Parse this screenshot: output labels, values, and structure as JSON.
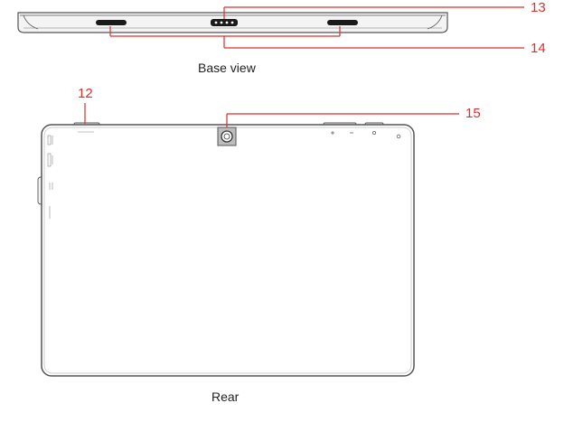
{
  "colors": {
    "callout": "#d9302c",
    "outline": "#555555",
    "fill_light": "#f4f4f4",
    "fill_dark": "#1a1a1a",
    "port_fill": "#bdbdbd"
  },
  "base_view": {
    "caption": "Base view",
    "callouts": [
      {
        "number": "13"
      },
      {
        "number": "14"
      }
    ]
  },
  "rear_view": {
    "caption": "Rear",
    "callouts": [
      {
        "number": "12"
      },
      {
        "number": "15"
      }
    ]
  },
  "icons": [
    "camera-icon",
    "speaker-grille-icon",
    "dock-connector-icon"
  ]
}
